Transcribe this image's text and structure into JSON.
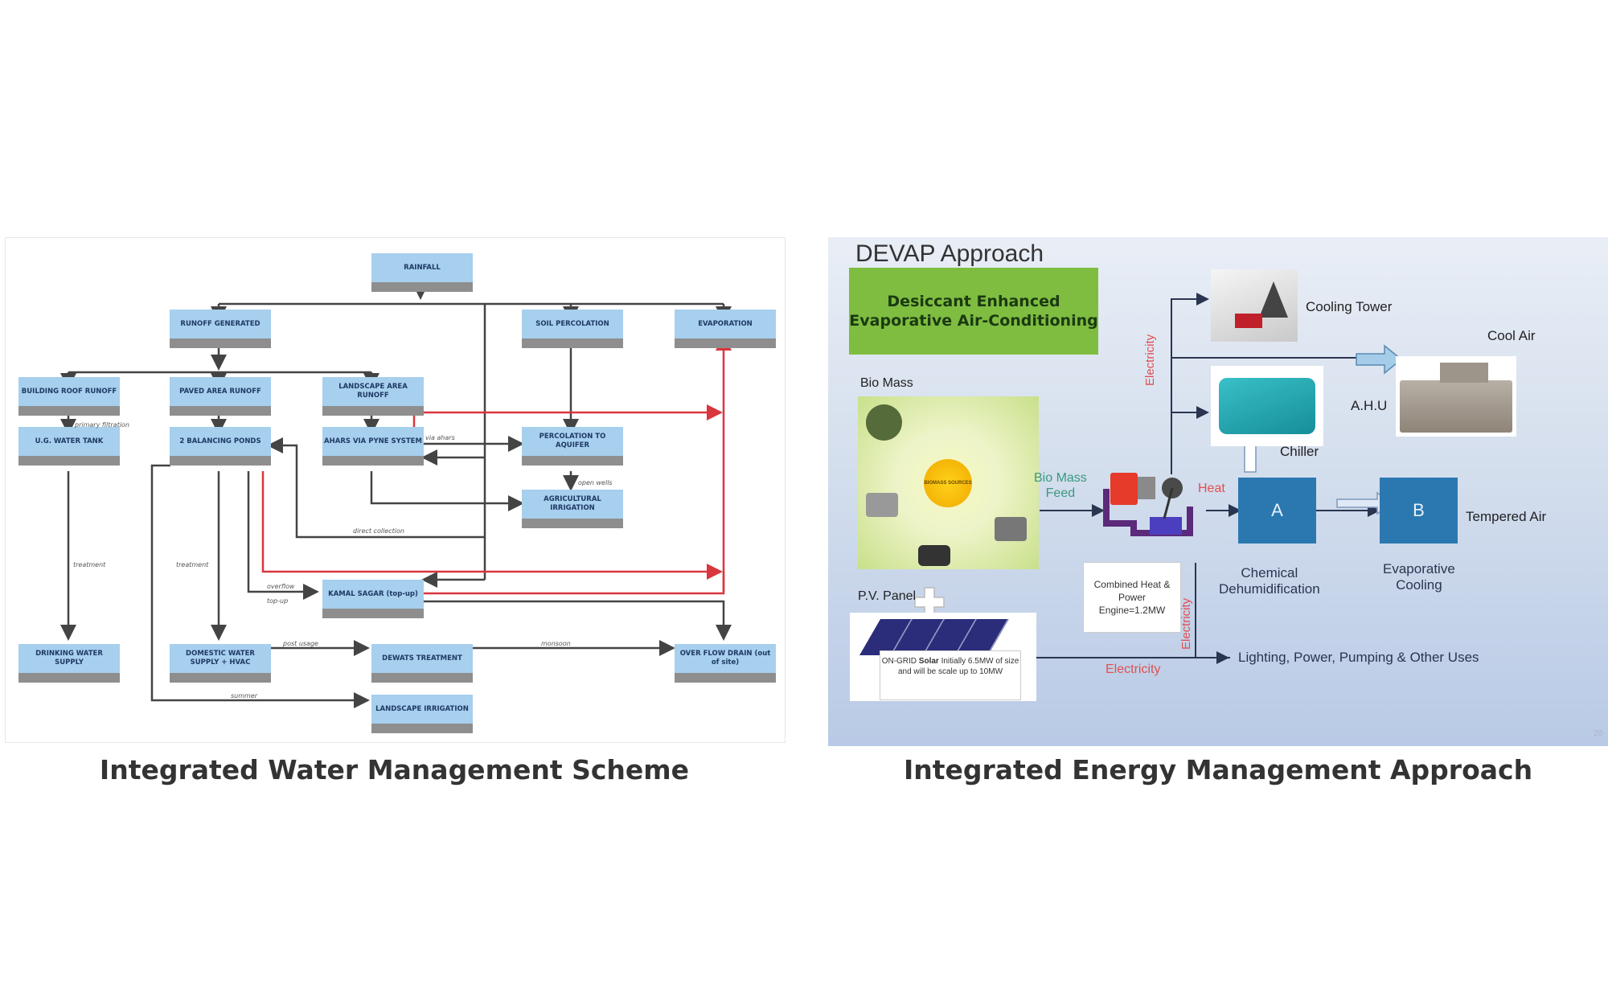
{
  "water_panel": {
    "caption": "Integrated Water Management Scheme",
    "nodes": {
      "rainfall": "RAINFALL",
      "runoff_generated": "RUNOFF GENERATED",
      "soil_percolation": "SOIL PERCOLATION",
      "evaporation": "EVAPORATION",
      "building_roof_runoff": "BUILDING ROOF RUNOFF",
      "paved_area_runoff": "PAVED AREA RUNOFF",
      "landscape_area_runoff": "LANDSCAPE AREA RUNOFF",
      "ug_water_tank": "U.G. WATER TANK",
      "balancing_ponds": "2 BALANCING PONDS",
      "ahars_pyne": "AHARS VIA PYNE SYSTEM",
      "percolation_aquifer": "PERCOLATION TO AQUIFER",
      "agricultural_irrigation": "AGRICULTURAL IRRIGATION",
      "kamal_sagar": "KAMAL SAGAR (top-up)",
      "drinking_water": "DRINKING WATER SUPPLY",
      "domestic_water": "DOMESTIC WATER SUPPLY + HVAC",
      "dewats": "DEWATS TREATMENT",
      "overflow_drain": "OVER FLOW DRAIN (out of site)",
      "landscape_irrigation": "LANDSCAPE IRRIGATION"
    },
    "edge_labels": {
      "primary_filtration": "primary filtration",
      "via_ahars": "via ahars",
      "open_wells": "open wells",
      "direct_collection": "direct collection",
      "treatment_1": "treatment",
      "treatment_2": "treatment",
      "overflow": "overflow",
      "top_up": "top-up",
      "post_usage": "post usage",
      "monsoon": "monsoon",
      "summer": "summer"
    },
    "colors": {
      "box": "#a7cfee",
      "box_base": "#8e8e8e",
      "line": "#444444",
      "red_line": "#d9363e"
    }
  },
  "energy_panel": {
    "caption": "Integrated Energy Management Approach",
    "title": "DEVAP Approach",
    "green_box": [
      "Desiccant Enhanced",
      "Evaporative Air-Conditioning"
    ],
    "labels": {
      "bio_mass": "Bio Mass",
      "bio_mass_feed": [
        "Bio Mass",
        "Feed"
      ],
      "heat": "Heat",
      "electricity_vertical_top": "Electricity",
      "electricity_vertical_bottom": "Electricity",
      "electricity_horizontal": "Electricity",
      "cooling_tower": "Cooling Tower",
      "chiller": "Chiller",
      "ahu": "A.H.U",
      "cool_air": "Cool Air",
      "tempered_air": "Tempered Air",
      "box_a": "A",
      "box_b": "B",
      "chemical_dehumidification": [
        "Chemical",
        "Dehumidification"
      ],
      "evaporative_cooling": [
        "Evaporative",
        "Cooling"
      ],
      "pv_panel": "P.V. Panel",
      "uses": "Lighting, Power, Pumping & Other Uses",
      "biomass_center": "BIOMASS SOURCES",
      "slide_number": "20"
    },
    "chp_note": [
      "Combined Heat &",
      "Power",
      "Engine=1.2MW"
    ],
    "solar_note": {
      "prefix": "ON-GRID ",
      "bold": "Solar",
      "rest": " Initially 6.5MW of size and will be scale up to 10MW"
    },
    "colors": {
      "green_box": "#7fbd40",
      "blue_box": "#2b78b0",
      "red_text": "#e05050",
      "teal_text": "#3a9a80"
    }
  }
}
